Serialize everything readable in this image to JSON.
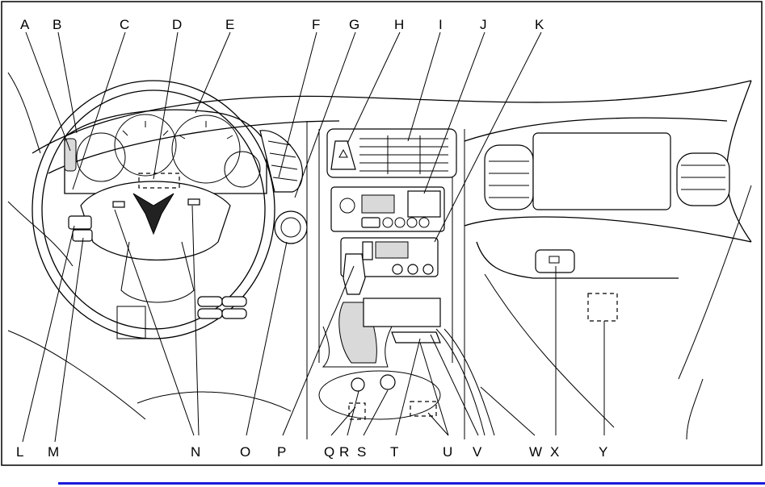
{
  "diagram": {
    "callouts_top": [
      "A",
      "B",
      "C",
      "D",
      "E",
      "F",
      "G",
      "H",
      "I",
      "J",
      "K"
    ],
    "callouts_bottom": [
      "L",
      "M",
      "N",
      "O",
      "P",
      "Q",
      "R",
      "S",
      "T",
      "U",
      "V",
      "W",
      "X",
      "Y"
    ],
    "footer_rule_color": "#1a1adb"
  }
}
